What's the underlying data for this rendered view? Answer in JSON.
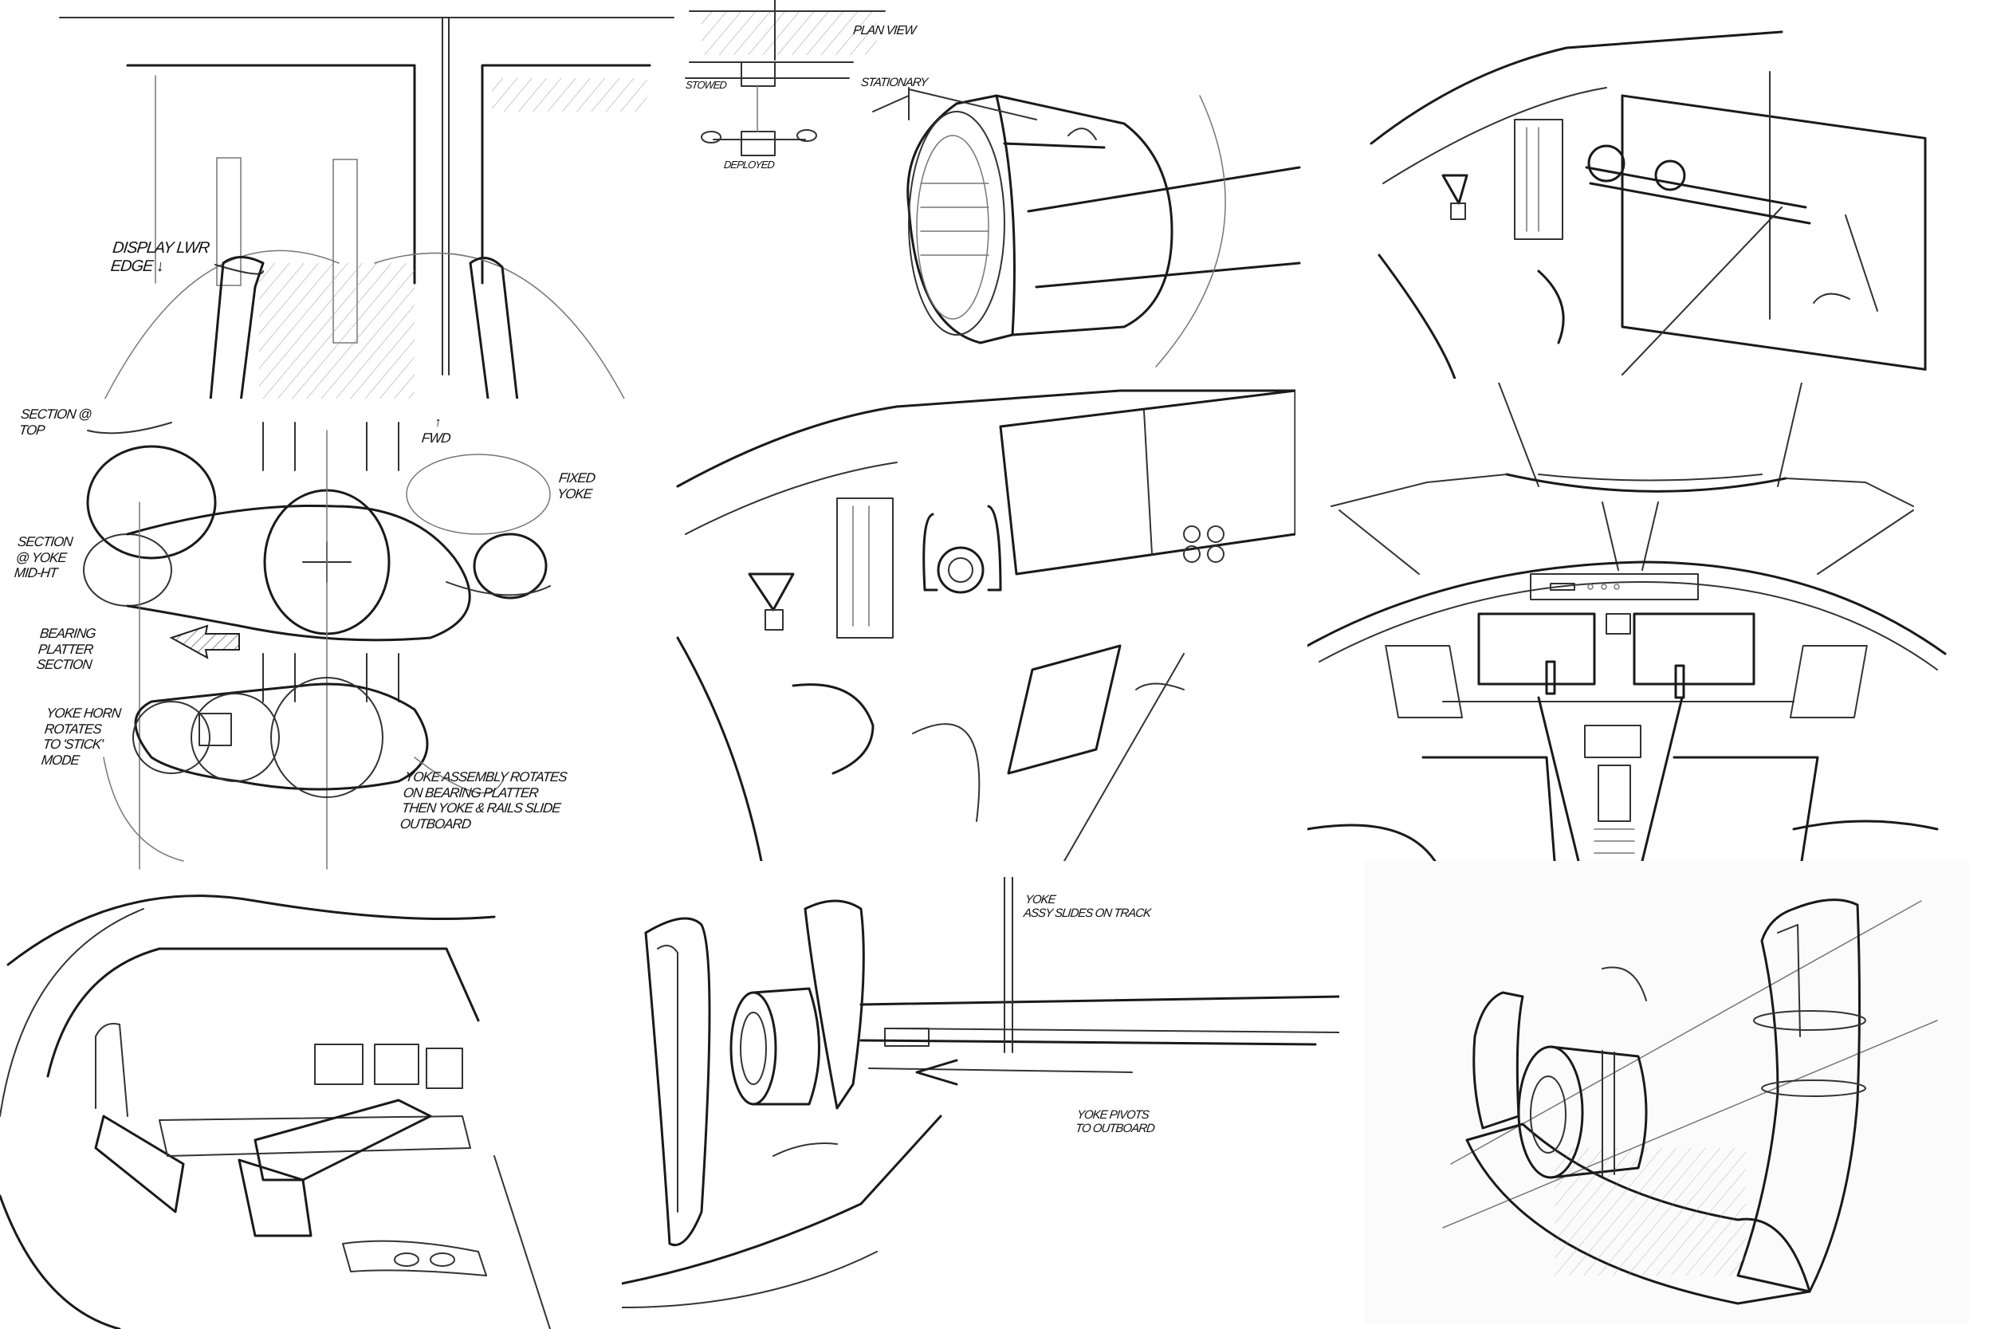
{
  "sheet": {
    "subject": "Aircraft yoke and cockpit concept sketches",
    "background": "#ffffff",
    "ink_color": "#1a1a1a"
  },
  "panels": [
    {
      "id": "front-view-yoke",
      "annotations": [
        {
          "text": "DISPLAY LWR\nEDGE ↓"
        }
      ]
    },
    {
      "id": "plan-view-mechanism",
      "annotations": [
        {
          "text": "PLAN VIEW"
        },
        {
          "text": "STOWED"
        },
        {
          "text": "DEPLOYED"
        },
        {
          "text": "STATIONARY"
        }
      ]
    },
    {
      "id": "cockpit-perspective-small",
      "annotations": []
    },
    {
      "id": "section-yoke-diagram",
      "annotations": [
        {
          "text": "SECTION @\nTOP"
        },
        {
          "text": "SECTION\n@ YOKE\nMID-HT"
        },
        {
          "text": "BEARING\nPLATTER\nSECTION"
        },
        {
          "text": "↑\nFWD"
        },
        {
          "text": "FIXED\nYOKE"
        },
        {
          "text": "YOKE HORN\nROTATES\nTO 'STICK'\nMODE"
        },
        {
          "text": "YOKE ASSEMBLY ROTATES\nON BEARING PLATTER\nTHEN YOKE & RAILS SLIDE\nOUTBOARD"
        }
      ]
    },
    {
      "id": "cockpit-perspective-large",
      "annotations": []
    },
    {
      "id": "cockpit-front-view",
      "annotations": []
    },
    {
      "id": "cabin-seat-view",
      "annotations": []
    },
    {
      "id": "yoke-slide-detail",
      "annotations": [
        {
          "text": "YOKE\nASSY SLIDES ON TRACK"
        },
        {
          "text": "YOKE PIVOTS\nTO OUTBOARD"
        }
      ]
    },
    {
      "id": "yoke-3d-render",
      "annotations": []
    }
  ]
}
